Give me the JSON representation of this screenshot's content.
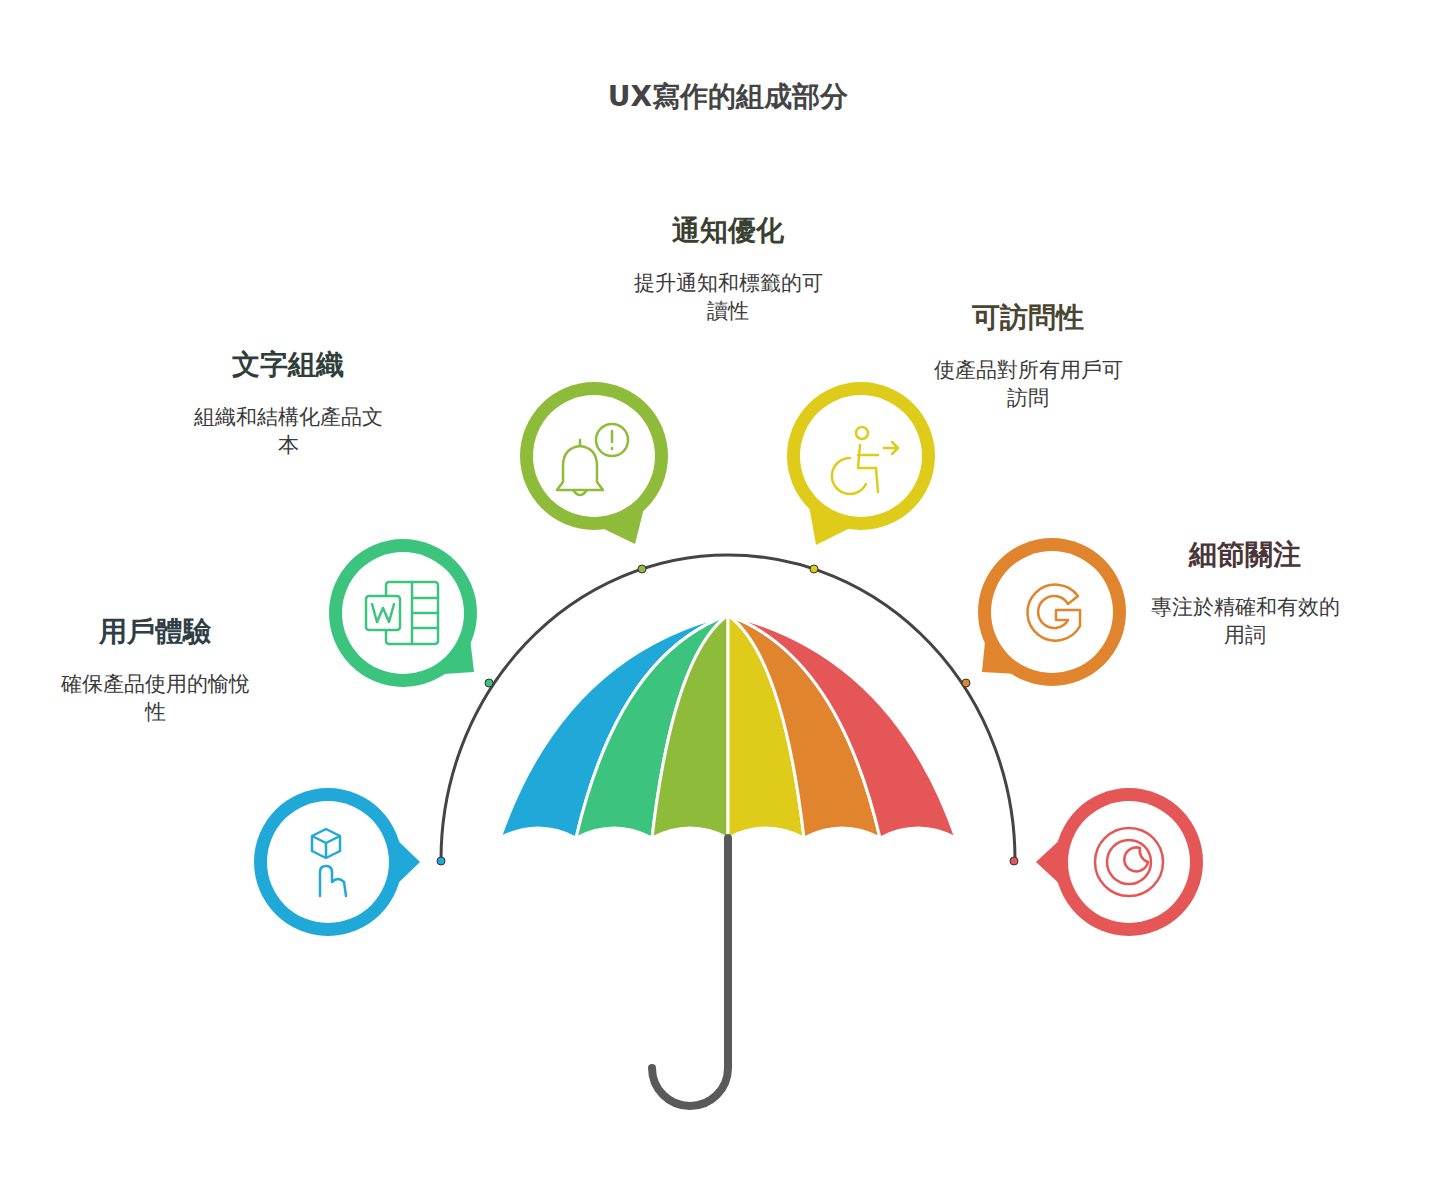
{
  "diagram": {
    "title": "UX寫作的組成部分",
    "nodes": [
      {
        "text": [
          "用戶體驗",
          "確保產品使用的愉悅性"
        ]
      },
      {
        "text": [
          "文字組織",
          "組織和結構化產品文本"
        ]
      },
      {
        "text": [
          "通知優化",
          "提升通知和標籤的可讀性"
        ]
      },
      {
        "text": [
          "可訪問性",
          "使產品對所有用戶可訪問"
        ]
      },
      {
        "text": [
          "細節關注",
          "專注於精確和有效的用詞"
        ]
      }
    ]
  }
}
